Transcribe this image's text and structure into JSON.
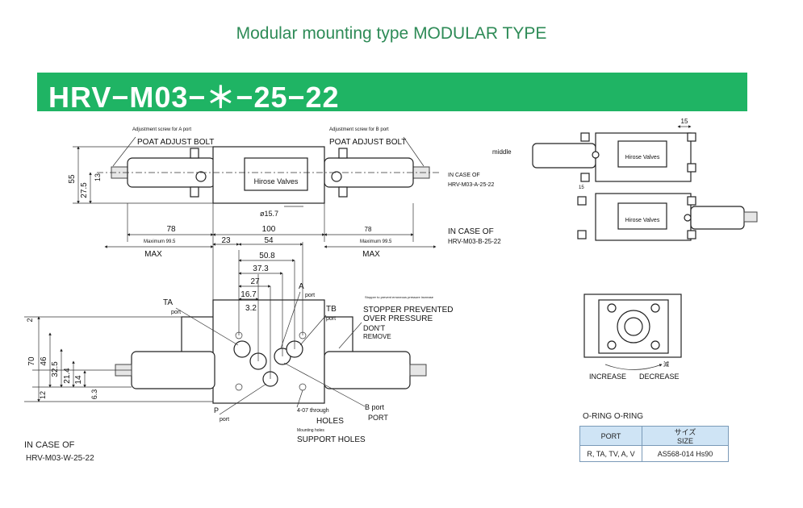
{
  "headline": "Modular mounting type MODULAR TYPE",
  "model_banner": "HRV−M03−＊−25−22",
  "top_view": {
    "note_a": "Adjustment screw for A port",
    "note_b": "Adjustment screw for B port",
    "label_a": "POAT ADJUST BOLT",
    "label_b": "POAT ADJUST BOLT",
    "nameplate": "Hirose Valves",
    "diameter": "ø15.7",
    "dim_55": "55",
    "dim_275": "27.5",
    "dim_13": "13",
    "dim_78_left": "78",
    "dim_100": "100",
    "dim_78_right": "78",
    "max_note": "Maximum 99.5",
    "max": "MAX"
  },
  "bottom_view": {
    "dim_23": "23",
    "dim_54": "54",
    "dim_508": "50.8",
    "dim_373": "37.3",
    "dim_27": "27",
    "dim_167": "16.7",
    "dim_32": "3.2",
    "dim_2": "2",
    "dim_70": "70",
    "dim_46": "46",
    "dim_325": "32.5",
    "dim_214": "21.4",
    "dim_14": "14",
    "dim_12": "12",
    "dim_63": "6.3",
    "ta": "TA",
    "ta_sub": "port",
    "a_port": "A",
    "a_sub": "port",
    "tb": "TB",
    "tb_sub": "port",
    "stopper_note": "Stopper to prevent erroneous pressure increase",
    "stopper_line1": "STOPPER PREVENTED",
    "stopper_line2": "OVER PRESSURE",
    "dont": "DON'T",
    "remove": "REMOVE",
    "p": "P",
    "p_sub": "port",
    "b_port": "B port",
    "port": "PORT",
    "holes_note": "4-07 through",
    "holes": "HOLES",
    "mounting_holes": "Mounting holes",
    "support_holes": "SUPPORT HOLES"
  },
  "variants": {
    "middle": "middle",
    "dim_15": "15",
    "a_case": "IN CASE OF",
    "a_model": "HRV-M03-A-25-22",
    "b_case": "IN CASE OF",
    "b_model": "HRV-M03-B-25-22",
    "w_case": "IN CASE OF",
    "w_model": "HRV-M03-W-25-22",
    "nameplate": "Hirose Valves"
  },
  "knob": {
    "increase": "INCREASE",
    "decrease": "DECREASE",
    "jp": "減"
  },
  "oring": {
    "caption": "O-RING O-RING",
    "col1_header": "PORT",
    "col2_header_jp": "サイズ",
    "col2_header": "SIZE",
    "row_port": "R, TA, TV, A, V",
    "row_size": "AS568-014 Hs90"
  },
  "colors": {
    "banner": "#1fb464",
    "headline": "#2e8b57",
    "table_header": "#cfe4f5"
  }
}
